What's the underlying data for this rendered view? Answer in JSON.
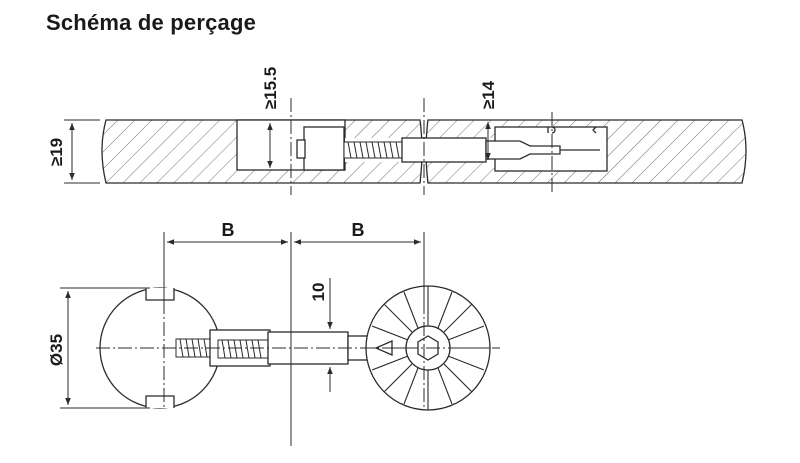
{
  "title": "Schéma de perçage",
  "dimensions": {
    "panel_thickness": "≥19",
    "bore_depth": "≥15.5",
    "side_offset": "≥14",
    "spacing_left": "B",
    "spacing_right": "B",
    "cam_offset": "10",
    "diameter": "Ø35"
  },
  "colors": {
    "line": "#2b2b2b",
    "hatch": "#6a6a6a",
    "background": "#ffffff"
  }
}
